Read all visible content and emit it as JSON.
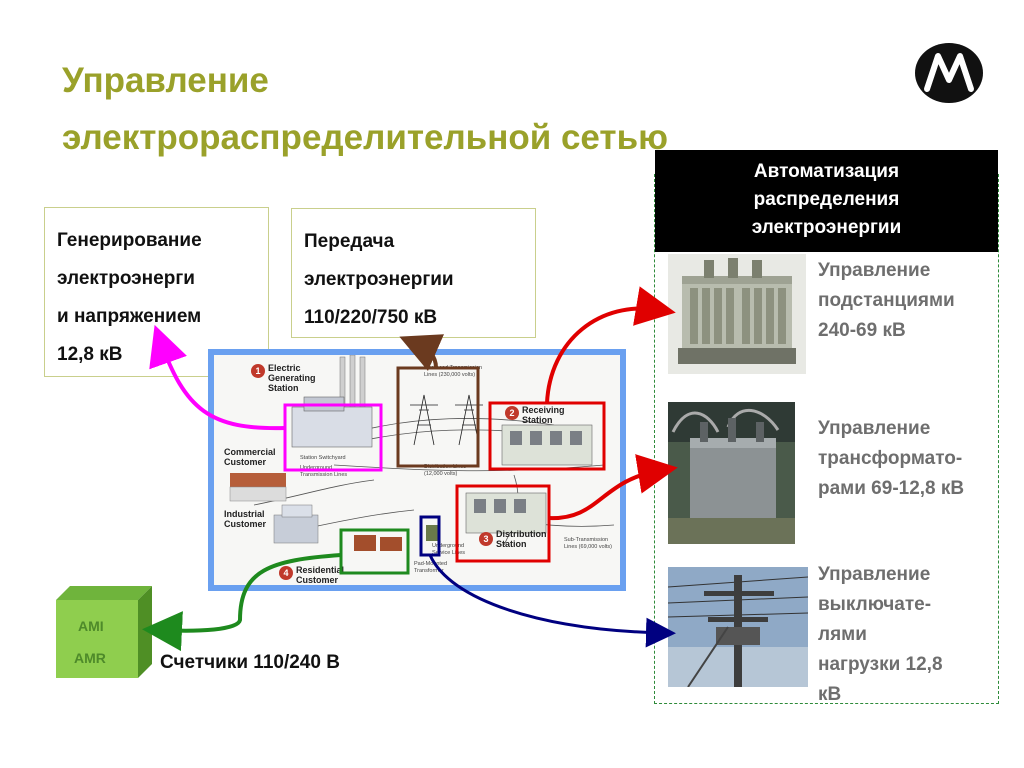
{
  "title": {
    "line1": "Управление",
    "line2": "электрораспределительной сетью"
  },
  "generation": {
    "lines": [
      "Генерирование",
      "электроэнерги",
      "и напряжением",
      "12,8 кВ"
    ]
  },
  "transmission": {
    "lines": [
      "Передача",
      "электроэнергии",
      "110/220/750 кВ"
    ]
  },
  "automation": {
    "lines": [
      "Автоматизация",
      "распределения",
      "электроэнергии"
    ]
  },
  "substation_label": {
    "lines": [
      "Управление",
      "подстанциями",
      "240-69 кВ"
    ]
  },
  "transformer_label": {
    "lines": [
      "Управление",
      "трансформато-",
      "рами 69-12,8 кВ"
    ]
  },
  "switch_label": {
    "lines": [
      "Управление",
      "выключате-",
      "лями",
      "нагрузки 12,8",
      "кВ"
    ]
  },
  "meters_label": "Счетчики 110/240 В",
  "ami": {
    "line1": "AMI",
    "line2": "AMR"
  },
  "diagram": {
    "electric_station": [
      "Electric",
      "Generating",
      "Station"
    ],
    "receiving_station": [
      "Receiving",
      "Station"
    ],
    "distribution_station": [
      "Distribution",
      "Station"
    ],
    "commercial": [
      "Commercial",
      "Customer"
    ],
    "industrial": [
      "Industrial",
      "Customer"
    ],
    "residential": [
      "Residential",
      "Customer"
    ],
    "switchyard": "Station Switchyard",
    "overhead": [
      "Overhead Transmission",
      "Lines (230,000 volts)"
    ],
    "distribution_lines": [
      "Distribution Lines",
      "(12,000 volts)"
    ],
    "underground_trans": [
      "Underground",
      "Transmission Lines"
    ],
    "sub_transmission": [
      "Sub-Transmission",
      "Lines (69,000 volts)"
    ],
    "underground_service": [
      "Underground",
      "Service Lines"
    ],
    "pad_mounted": [
      "Pad-Mounted",
      "Transformer"
    ],
    "num1": "1",
    "num2": "2",
    "num3": "3",
    "num4": "4"
  },
  "colors": {
    "title": "#9aa12a",
    "frame": "#6aa0f0",
    "magenta": "#ff00ff",
    "red": "#e00000",
    "brown": "#6b3a1f",
    "green": "#1e8a1e",
    "navy": "#000080"
  }
}
